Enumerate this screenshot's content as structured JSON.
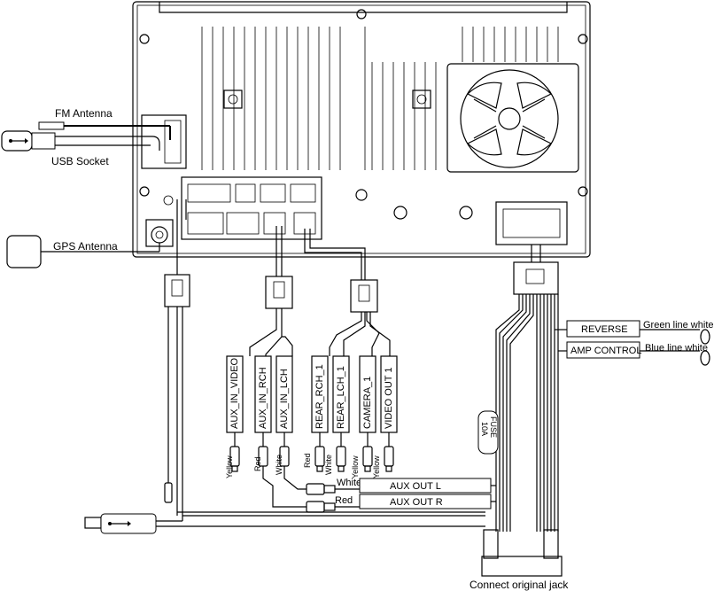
{
  "antennas": {
    "fm": "FM Antenna",
    "usb": "USB Socket",
    "gps": "GPS Antenna"
  },
  "rca_boxes": {
    "aux_in_video": "AUX_IN_VIDEO",
    "aux_in_rch": "AUX_IN_RCH",
    "aux_in_lch": "AUX_IN_LCH",
    "rear_rch": "REAR_RCH_1",
    "rear_lch": "REAR_LCH_1",
    "camera": "CAMERA_1",
    "video_out": "VIDEO OUT 1"
  },
  "wire_colors": {
    "yellow": "Yellow",
    "red": "Red",
    "white": "White"
  },
  "outputs": {
    "aux_out_l": "AUX OUT L",
    "aux_out_r": "AUX OUT R",
    "aux_out_l_wire": "White",
    "aux_out_r_wire": "Red"
  },
  "control_wires": {
    "reverse": "REVERSE",
    "reverse_wire": "Green line white",
    "amp": "AMP CONTROL",
    "amp_wire": "Blue line white"
  },
  "fuse": {
    "label": "FUSE",
    "rating": "10A"
  },
  "footer": "Connect original jack"
}
